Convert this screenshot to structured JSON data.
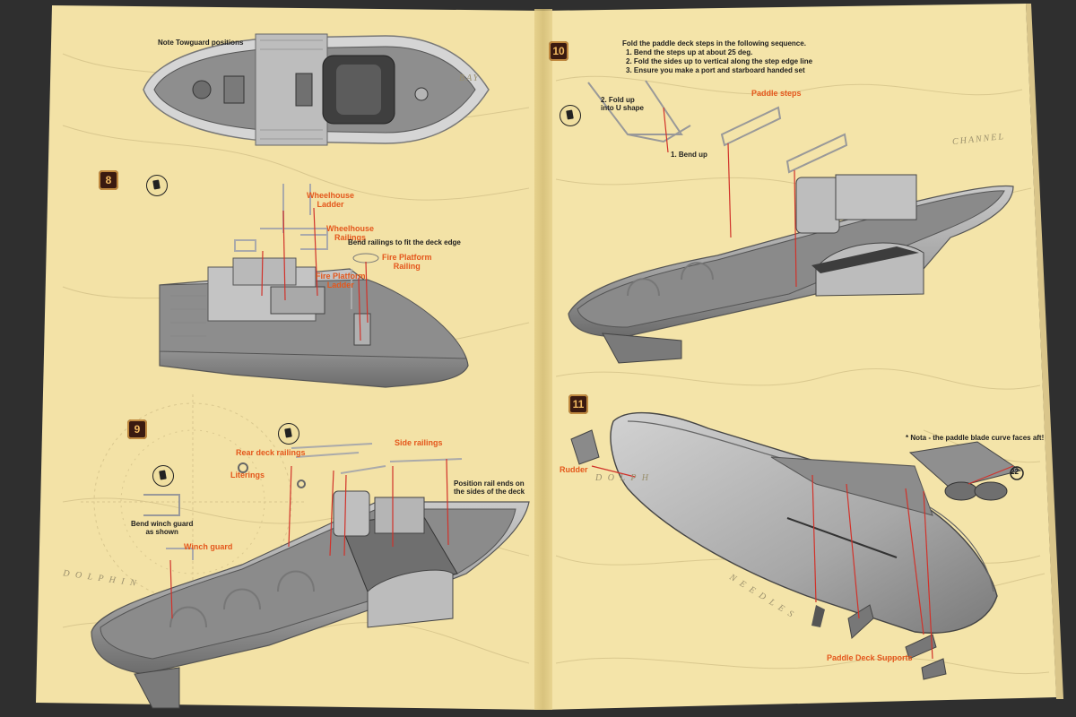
{
  "colors": {
    "background": "#2f2f2f",
    "paper": "#f3e2a6",
    "paper_shade": "#e9d38f",
    "hull": "#a8a8a8",
    "hull_dark": "#6e6e6e",
    "deck": "#8a8a8a",
    "callout_line": "#d1322a",
    "callout_text": "#e4571c",
    "step_badge": "#3a1a10"
  },
  "page_left": {
    "top_note": "Note Towguard positions",
    "step8": {
      "number": "8",
      "wheelhouse_ladder": [
        "Wheelhouse",
        "Ladder"
      ],
      "wheelhouse_railings": [
        "Wheelhouse",
        "Railings"
      ],
      "bend_note": "Bend railings to fit the deck edge",
      "fire_platform_ladder": [
        "Fire Platform",
        "Ladder"
      ],
      "fire_platform_railing": [
        "Fire Platform",
        "Railing"
      ]
    },
    "step9": {
      "number": "9",
      "rear_deck_railings": "Rear deck railings",
      "side_railings": "Side railings",
      "literings": "Literings",
      "position_note": [
        "Position rail ends on",
        "the sides of the deck"
      ],
      "bend_winch": [
        "Bend winch guard",
        "as shown"
      ],
      "winch_guard": "Winch guard"
    }
  },
  "page_right": {
    "step10": {
      "number": "10",
      "instructions": [
        "Fold the paddle deck steps in the following sequence.",
        "1. Bend the steps up at about 25 deg.",
        "2. Fold the sides up to vertical along the step edge line",
        "3. Ensure you make a port and starboard handed set"
      ],
      "fold_u": [
        "2. Fold up",
        "into U shape"
      ],
      "bend_up": "1. Bend up",
      "paddle_steps": "Paddle steps"
    },
    "step11": {
      "number": "11",
      "rudder": "Rudder",
      "paddle_note": "* Nota - the paddle blade curve faces aft!",
      "paddle_deck_supports": "Paddle Deck Supports",
      "part_number": "22"
    }
  },
  "map_labels": {
    "bay": "BAY",
    "dolphin_left": "D O L P H I N",
    "dolphin_right": "D O L P H",
    "needles": "N E E D L E S",
    "channel": "CHANNEL"
  }
}
